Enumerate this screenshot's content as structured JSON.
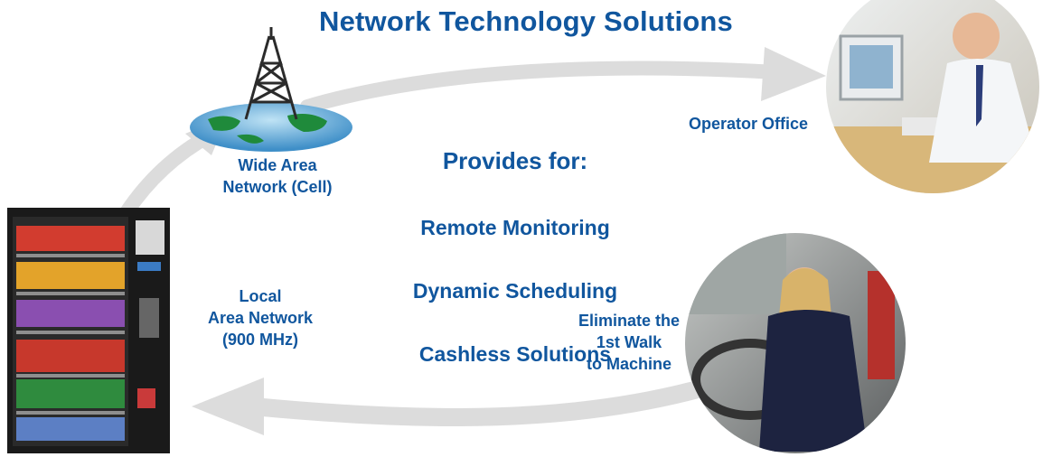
{
  "title": "Network Technology Solutions",
  "wan_label": "Wide Area\nNetwork (Cell)",
  "lan_label": "Local\nArea Network\n(900 MHz)",
  "operator_label": "Operator Office",
  "driver_label": "Eliminate the\n1st Walk\nto Machine",
  "provides": {
    "heading": "Provides for:",
    "items": [
      "Remote Monitoring",
      "Dynamic Scheduling",
      "Cashless Solutions"
    ]
  },
  "colors": {
    "text": "#10569e",
    "arrow": "#dcdcdc"
  },
  "icons": [
    "cell-tower-icon",
    "vending-machine-image",
    "operator-office-photo",
    "driver-photo"
  ]
}
